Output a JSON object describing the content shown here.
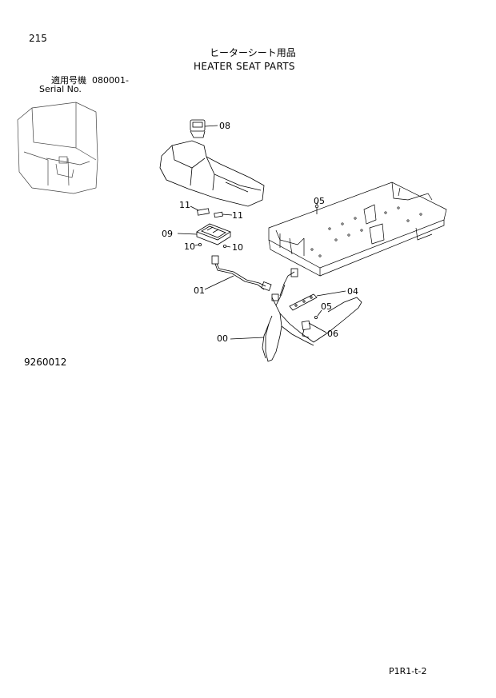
{
  "header": {
    "page_number": "215",
    "title_jp": "ヒーターシート用品",
    "title_en": "HEATER SEAT PARTS",
    "serial_label_jp": "適用号機",
    "serial_range": "080001-",
    "serial_label_en": "Serial No."
  },
  "callouts": [
    "08",
    "05",
    "11",
    "11",
    "09",
    "10",
    "10",
    "01",
    "04",
    "05",
    "06",
    "00"
  ],
  "footer": {
    "drawing_number": "9260012",
    "page_code": "P1R1-t-2"
  }
}
